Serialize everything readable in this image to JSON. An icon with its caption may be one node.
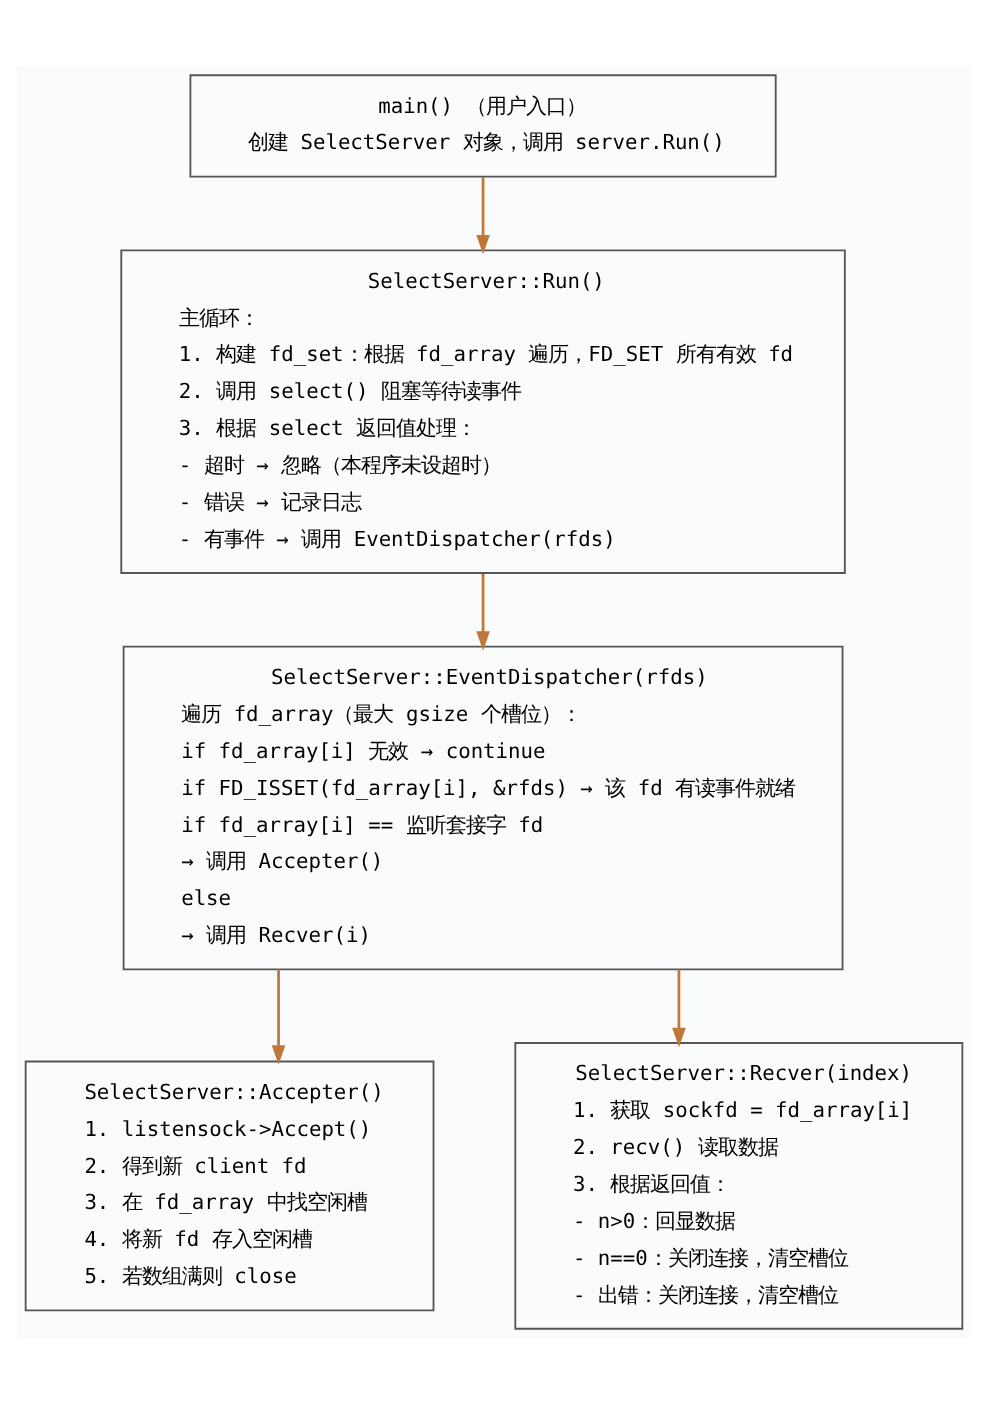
{
  "diagram": {
    "nodes": [
      {
        "text": [
          "main() （用户入口）",
          "创建 SelectServer 对象，调用 server.Run()"
        ]
      },
      {
        "text": [
          "SelectServer::Run()",
          "主循环：",
          "1. 构建 fd_set：根据 fd_array 遍历，FD_SET 所有有效 fd",
          "2. 调用 select() 阻塞等待读事件",
          "3. 根据 select 返回值处理：",
          "- 超时 → 忽略（本程序未设超时）",
          "- 错误 → 记录日志",
          "- 有事件 → 调用 EventDispatcher(rfds)"
        ]
      },
      {
        "text": [
          "SelectServer::EventDispatcher(rfds)",
          "遍历 fd_array（最大 gsize 个槽位）：",
          "if fd_array[i] 无效 → continue",
          "if FD_ISSET(fd_array[i], &rfds) → 该 fd 有读事件就绪",
          "if fd_array[i] == 监听套接字 fd",
          "→ 调用 Accepter()",
          "else",
          "→ 调用 Recver(i)"
        ]
      },
      {
        "text": [
          "SelectServer::Accepter()",
          "1. listensock->Accept()",
          "2. 得到新 client fd",
          "3. 在 fd_array 中找空闲槽",
          "4. 将新 fd 存入空闲槽",
          "5. 若数组满则 close"
        ]
      },
      {
        "text": [
          "SelectServer::Recver(index)",
          "1. 获取 sockfd = fd_array[i]",
          "2. recv() 读取数据",
          "3. 根据返回值：",
          "- n>0：回显数据",
          "- n==0：关闭连接，清空槽位",
          "- 出错：关闭连接，清空槽位"
        ]
      }
    ],
    "edges": [
      {
        "from": 0,
        "to": 1,
        "arrow": "to"
      },
      {
        "from": 1,
        "to": 2,
        "arrow": "to"
      },
      {
        "from": 2,
        "to": 3,
        "arrow": "to"
      },
      {
        "from": 2,
        "to": 4,
        "arrow": "to"
      }
    ]
  }
}
